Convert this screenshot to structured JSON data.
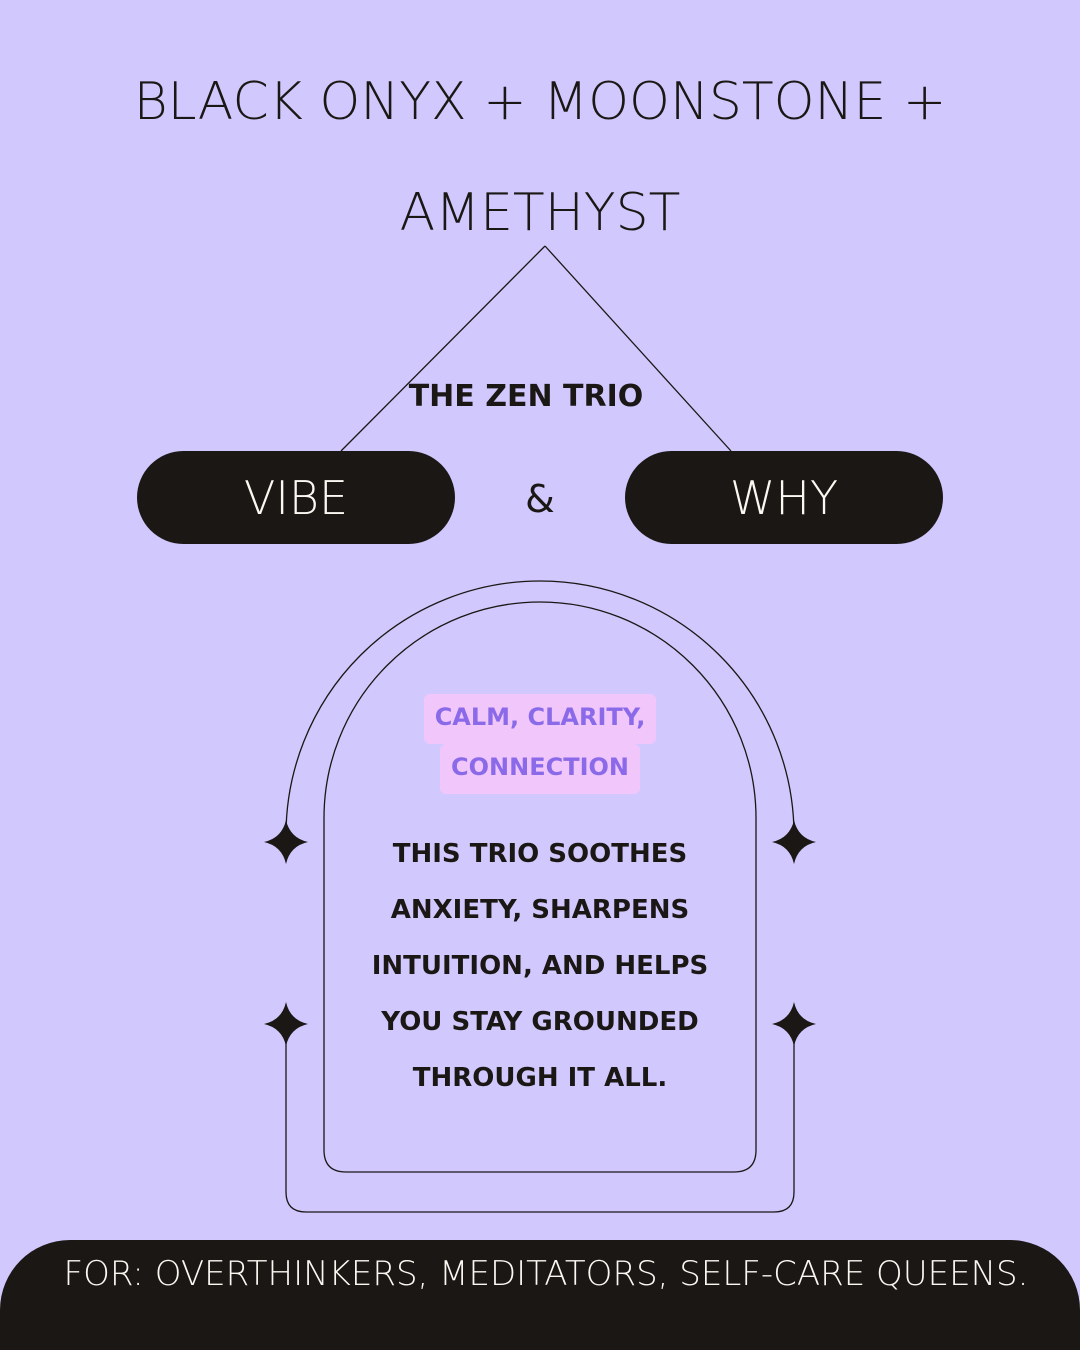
{
  "title": {
    "line1": "BLACK ONYX + MOONSTONE +",
    "line2": "AMETHYST"
  },
  "subtitle": "THE ZEN TRIO",
  "pills": {
    "left": "VIBE",
    "right": "WHY",
    "connector": "&"
  },
  "keywords": {
    "line1": "CALM, CLARITY,",
    "line2": "CONNECTION"
  },
  "description": "THIS TRIO SOOTHES ANXIETY, SHARPENS INTUITION, AND HELPS YOU STAY GROUNDED THROUGH IT ALL.",
  "footer": "FOR: OVERTHINKERS, MEDITATORS, SELF-CARE QUEENS.",
  "colors": {
    "background": "#d1c8fd",
    "dark": "#1b1714",
    "highlight_bg": "#f1c7fb",
    "highlight_text": "#8a6ae9",
    "light_text": "#fbf8f2"
  },
  "icons": [
    "four-point-sparkle-icon"
  ]
}
